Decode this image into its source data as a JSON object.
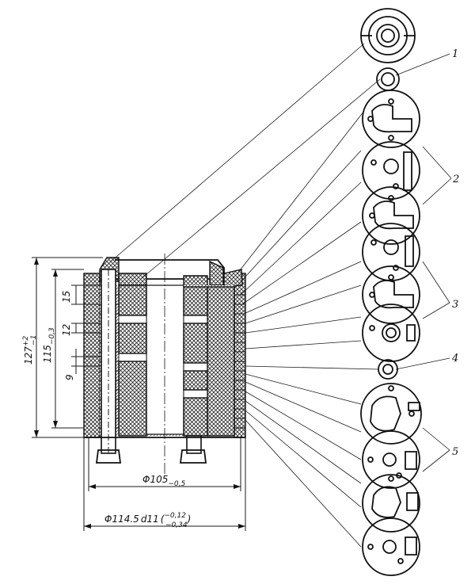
{
  "callouts": [
    "1",
    "2",
    "3",
    "4",
    "5"
  ],
  "dimensions": {
    "outer_diameter": "Φ114.5",
    "outer_diameter_fit": "d11",
    "outer_diameter_upper": "−0,12",
    "outer_diameter_lower": "−0,34",
    "inner_diameter": "Φ105",
    "inner_diameter_tol": "−0,5",
    "total_height": "127",
    "total_height_upper": "+2",
    "total_height_lower": "−1",
    "body_height": "115",
    "body_height_tol": "−0,3",
    "d15": "15",
    "d12": "12",
    "d9": "9"
  }
}
